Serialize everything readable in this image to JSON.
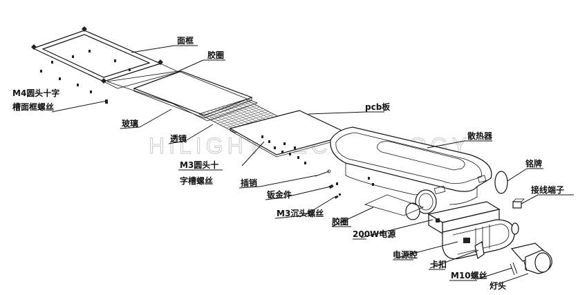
{
  "watermark": "HILIGHT TECHNOLOGY",
  "labels": {
    "face_frame": "面框",
    "gasket_top": "胶圈",
    "m4_screw_line1": "M4圆头十字",
    "m4_screw_line2": "槽面框螺丝",
    "glass": "玻璃",
    "lens": "透镜",
    "pcb": "pcb板",
    "heatsink": "散热器",
    "m3_screw_line1": "M3圆头十",
    "m3_screw_line2": "字槽螺丝",
    "pin": "插销",
    "sheet_metal": "钣金件",
    "m3_countersunk": "M3沉头螺丝",
    "gasket_bottom": "胶圈",
    "power_supply": "200W电源",
    "nameplate": "铭牌",
    "terminal": "接线端子",
    "power_cavity": "电源腔",
    "clip": "卡扣",
    "m10_screw": "M10螺丝",
    "lamp_head": "灯头"
  }
}
